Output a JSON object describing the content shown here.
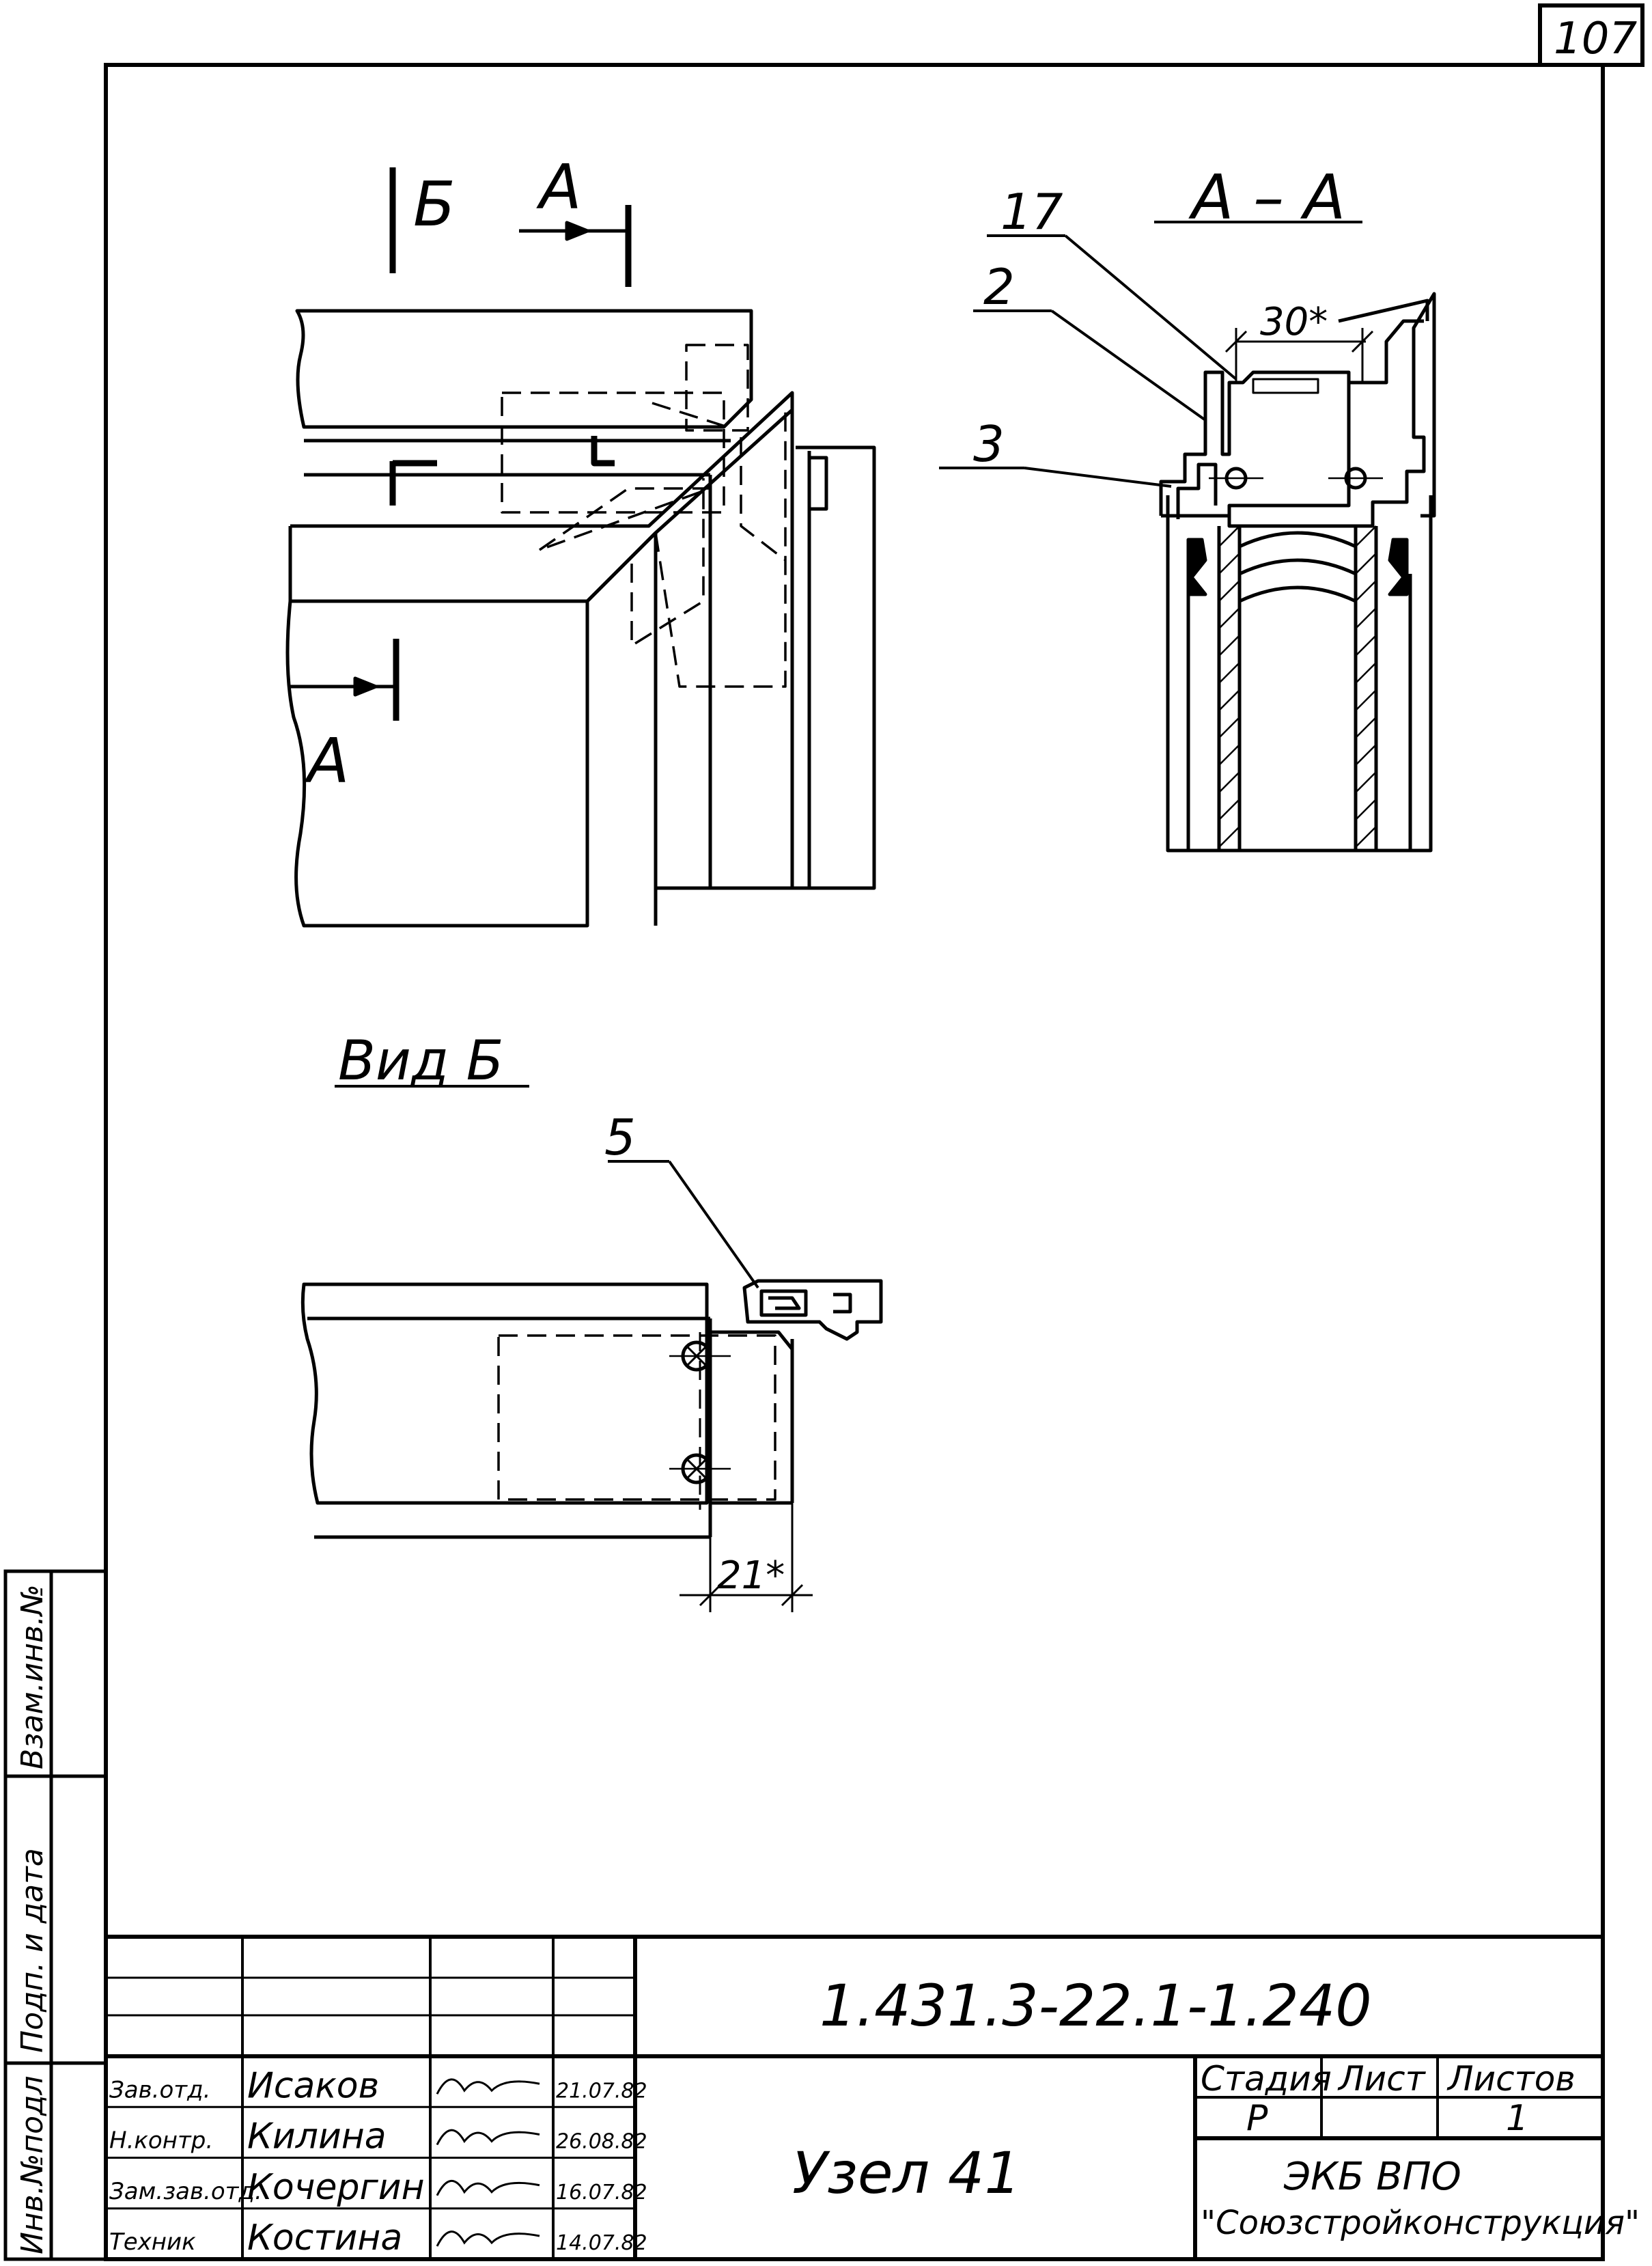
{
  "page": {
    "sheet_number": "107"
  },
  "drawing": {
    "section_marks": {
      "b_top": "Б",
      "a_top": "А",
      "a_bottom": "А"
    },
    "section_aa": {
      "title": "А – А",
      "leaders": [
        "17",
        "2",
        "3"
      ],
      "dimension": "30*"
    },
    "view_b": {
      "title": "Вид Б",
      "leader": "5",
      "dimension": "21*"
    }
  },
  "side_stamp": {
    "inv_podl": "Инв.№подл",
    "podp_data": "Подп. и дата",
    "vzam_inv": "Взам.инв.№"
  },
  "title_block": {
    "designation": "1.431.3-22.1-1.240",
    "name": "Узел 41",
    "headers": {
      "stage": "Стадия",
      "sheet": "Лист",
      "sheets": "Листов"
    },
    "stage_value": "Р",
    "sheet_value": "",
    "sheets_value": "1",
    "organization_line1": "ЭКБ ВПО",
    "organization_line2": "\"Союзстройконструкция\"",
    "signatures": [
      {
        "role": "Зав.отд.",
        "name": "Исаков",
        "date": "21.07.82"
      },
      {
        "role": "Н.контр.",
        "name": "Килина",
        "date": "26.08.82"
      },
      {
        "role": "Зам.зав.отд.",
        "name": "Кочергин",
        "date": "16.07.82"
      },
      {
        "role": "Техник",
        "name": "Костина",
        "date": "14.07.82"
      }
    ]
  }
}
